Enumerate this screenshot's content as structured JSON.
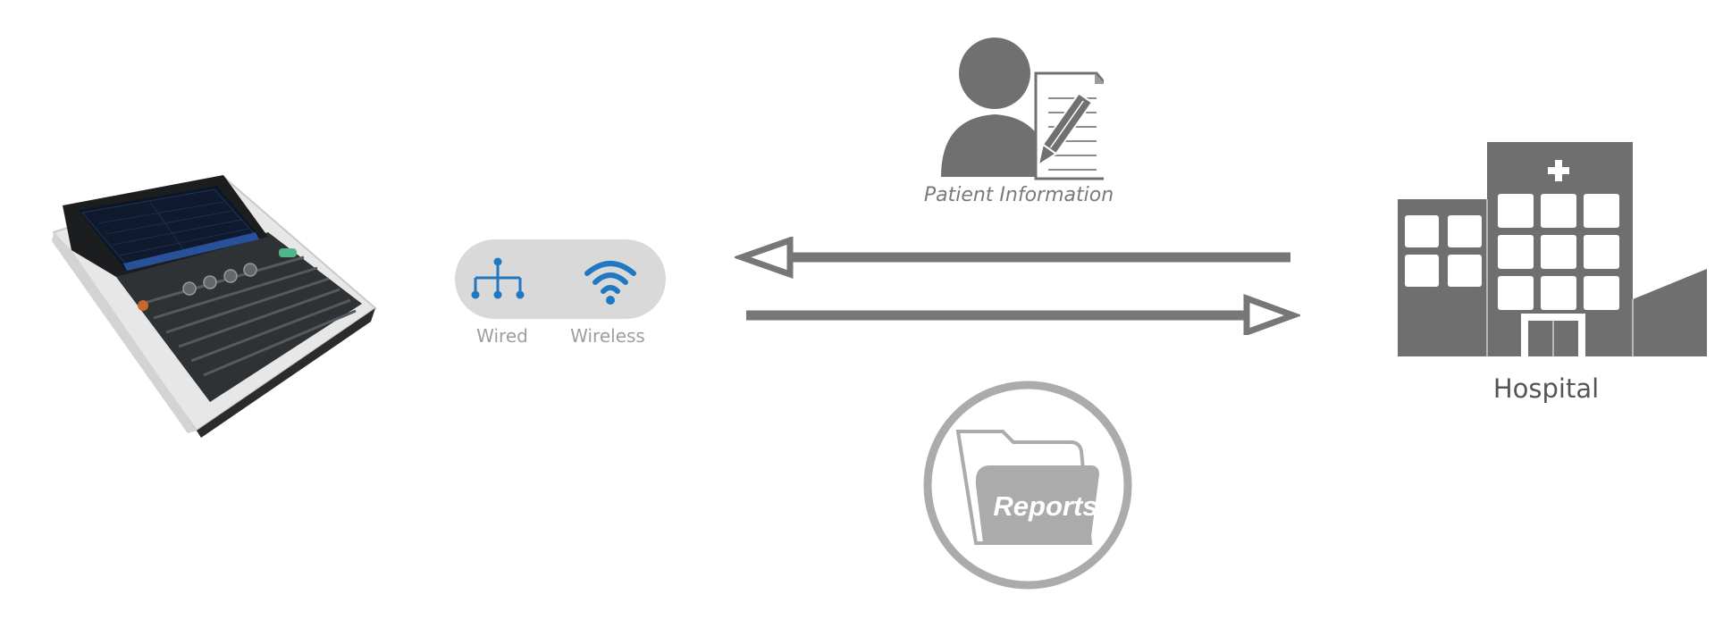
{
  "connection": {
    "wired_label": "Wired",
    "wireless_label": "Wireless"
  },
  "patient": {
    "label": "Patient Information"
  },
  "reports": {
    "label": "Reports"
  },
  "hospital": {
    "label": "Hospital"
  },
  "icons": {
    "device": "ecg-machine-icon",
    "wired": "network-tree-icon",
    "wireless": "wifi-icon",
    "patient": "patient-document-icon",
    "reports": "folder-icon",
    "hospital": "hospital-building-icon"
  },
  "colors": {
    "icon_gray": "#6f6f6f",
    "connection_blue": "#1f78c1",
    "pill_gray": "#d9d9d9",
    "reports_gray": "#ababab"
  }
}
